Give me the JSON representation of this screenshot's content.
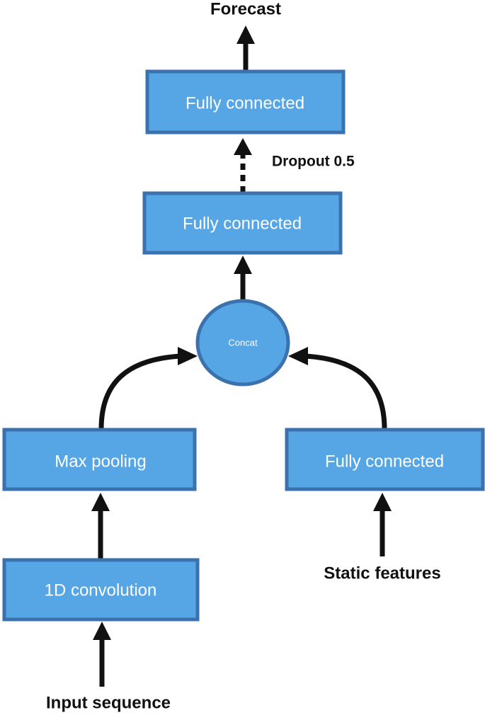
{
  "nodes": {
    "fc_top": {
      "label": "Fully connected"
    },
    "fc_mid": {
      "label": "Fully connected"
    },
    "concat": {
      "label": "Concat"
    },
    "max_pooling": {
      "label": "Max pooling"
    },
    "fc_static": {
      "label": "Fully connected"
    },
    "conv1d": {
      "label": "1D convolution"
    }
  },
  "io": {
    "output": "Forecast",
    "input_sequence": "Input sequence",
    "static_features": "Static features"
  },
  "edges": {
    "dropout": "Dropout 0.5"
  },
  "colors": {
    "box_fill": "#56a6e6",
    "box_border": "#3b72ad",
    "arrow": "#111111",
    "text_on_box": "#ffffff"
  }
}
